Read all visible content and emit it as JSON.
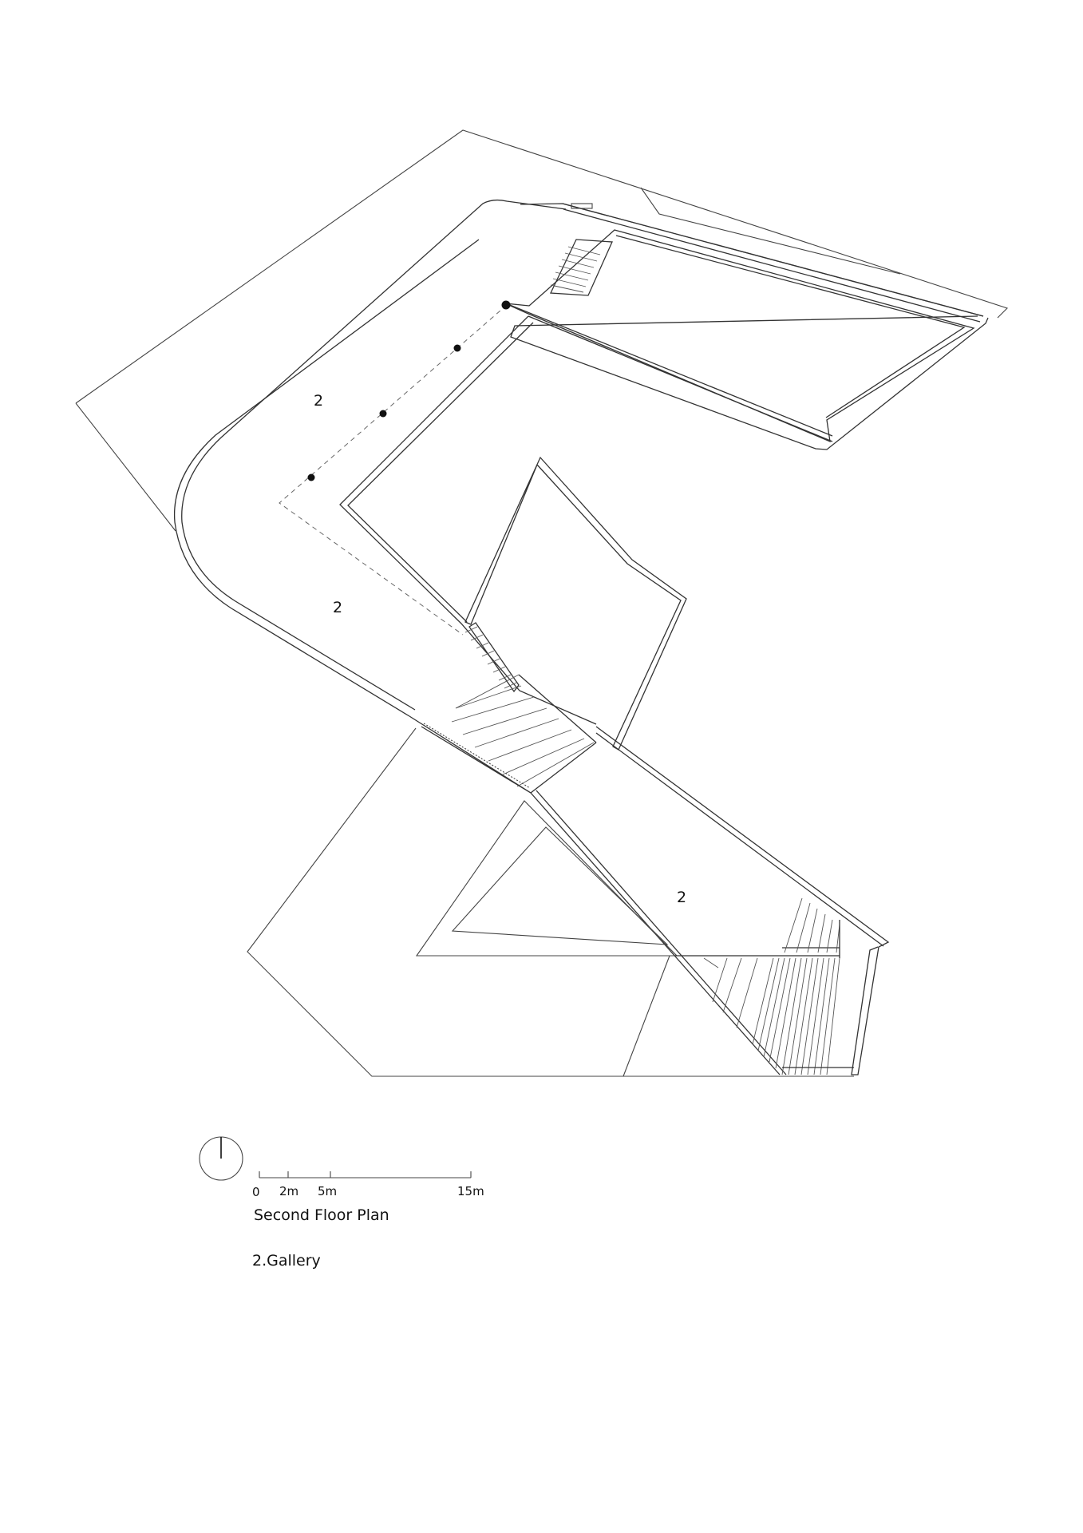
{
  "rooms": [
    {
      "number": "2"
    },
    {
      "number": "2"
    },
    {
      "number": "2"
    }
  ],
  "scale_bar": {
    "ticks": [
      "0",
      "2m",
      "5m",
      "15m"
    ]
  },
  "title": "Second Floor Plan",
  "legend": [
    {
      "text": "2.Gallery"
    }
  ],
  "icons": {
    "north": "north-arrow-icon"
  }
}
